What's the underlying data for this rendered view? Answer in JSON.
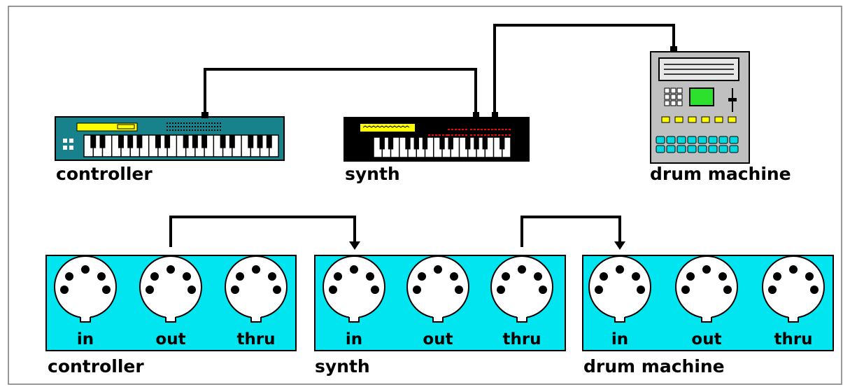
{
  "devices": {
    "controller": "controller",
    "synth": "synth",
    "drum_machine": "drum machine"
  },
  "ports": [
    "in",
    "out",
    "thru"
  ],
  "colors": {
    "panel": "#00e5ef",
    "controller_body": "#17828c",
    "synth_body": "#000000",
    "drum_body": "#c0c0c0",
    "drum_pad": "#00d8e0",
    "drum_screen": "#2ee02e",
    "accent_yellow": "#ffff00",
    "accent_red": "#ff0000"
  }
}
